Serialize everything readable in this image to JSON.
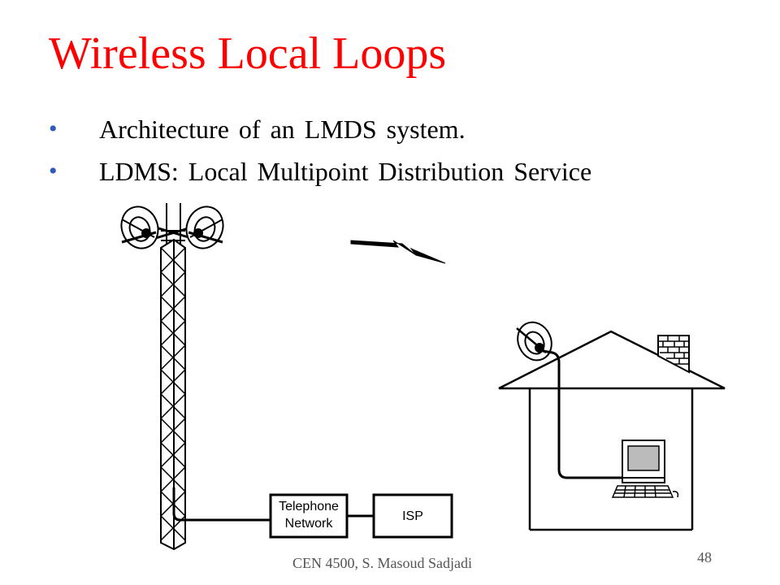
{
  "slide": {
    "title": "Wireless Local Loops",
    "bullets": [
      "Architecture of an LMDS system.",
      "LDMS: Local Multipoint Distribution Service"
    ],
    "bullet_symbol": "•",
    "footer": "CEN 4500, S. Masoud Sadjadi",
    "page_number": "48"
  },
  "diagram": {
    "telephone_box": {
      "line1": "Telephone",
      "line2": "Network"
    },
    "isp_box": "ISP"
  },
  "colors": {
    "title": "#ff0000",
    "bullet": "#2e5bbd",
    "text": "#000000",
    "footer": "#555555"
  },
  "icons": [
    "antenna-tower-icon",
    "dish-antenna-icon",
    "radio-wave-icon",
    "house-icon",
    "chimney-icon",
    "computer-icon",
    "keyboard-icon"
  ]
}
